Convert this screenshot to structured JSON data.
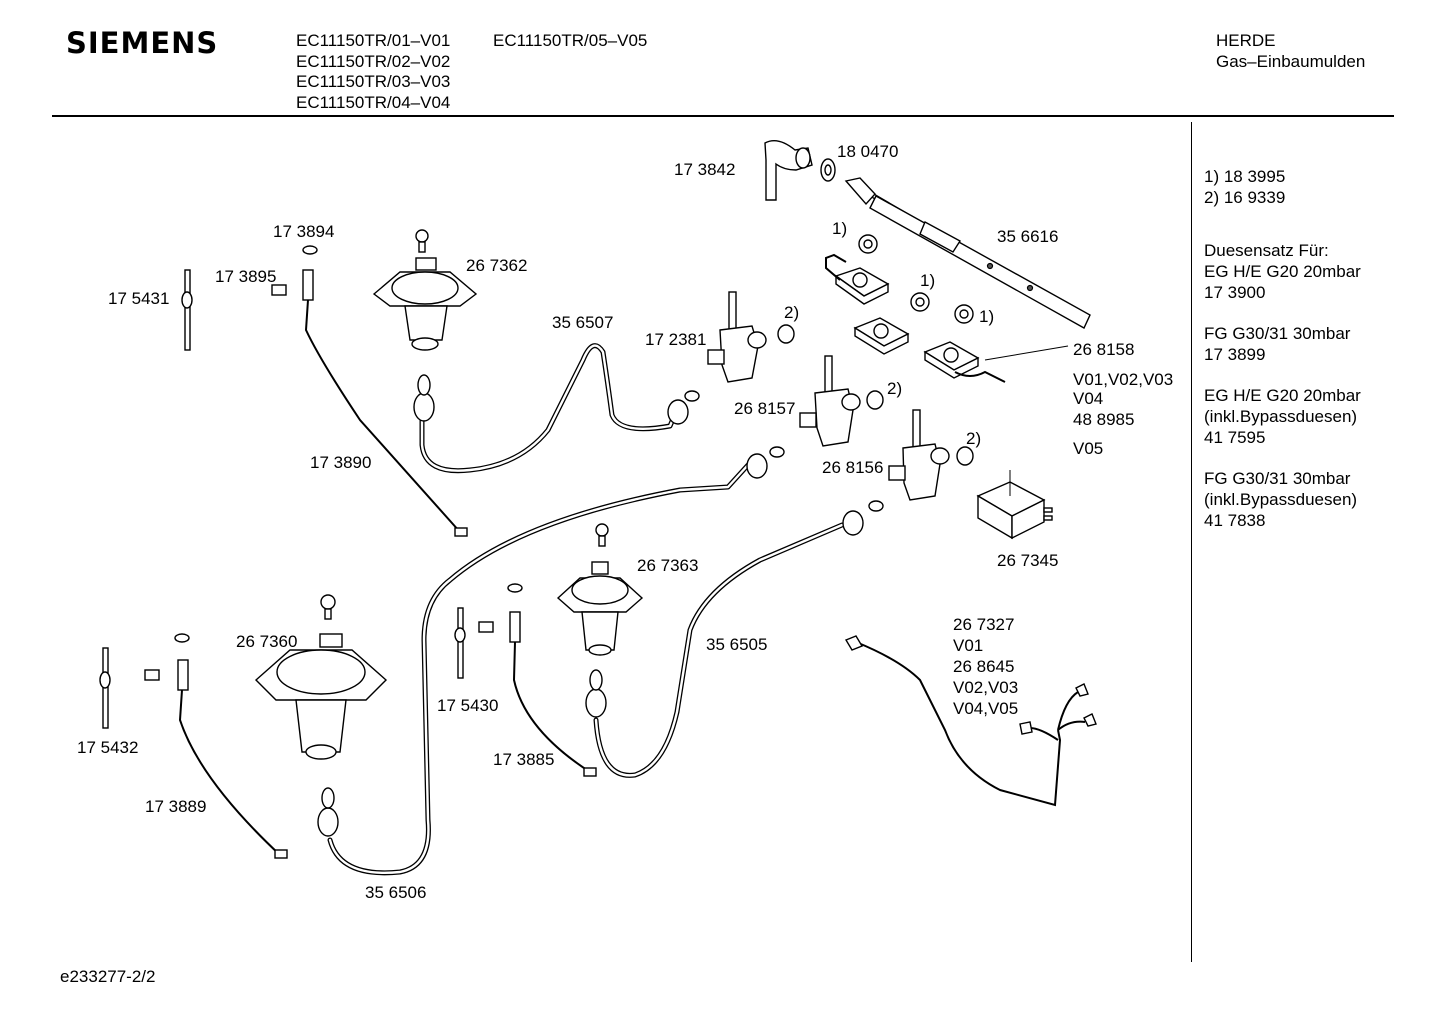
{
  "header": {
    "brand": "SIEMENS",
    "models_col1": [
      "EC11150TR/01–V01",
      "EC11150TR/02–V02",
      "EC11150TR/03–V03",
      "EC11150TR/04–V04"
    ],
    "models_col2": [
      "EC11150TR/05–V05"
    ],
    "category": "HERDE",
    "subcategory": "Gas–Einbaumulden"
  },
  "legend": {
    "notes": [
      "1)  18 3995",
      "2)  16 9339"
    ],
    "title": "Duesensatz Für:",
    "sets": [
      {
        "name": "EG H/E G20 20mbar",
        "extra": "",
        "part": "17 3900"
      },
      {
        "name": "FG G30/31 30mbar",
        "extra": "",
        "part": "17 3899"
      },
      {
        "name": "EG H/E G20 20mbar",
        "extra": "(inkl.Bypassduesen)",
        "part": "41 7595"
      },
      {
        "name": "FG G30/31 30mbar",
        "extra": "(inkl.Bypassduesen)",
        "part": "41 7838"
      }
    ]
  },
  "parts": {
    "p173842": "17 3842",
    "p180470": "18 0470",
    "p356616": "35 6616",
    "p173894": "17 3894",
    "p267362": "26 7362",
    "p173895": "17 3895",
    "p175431": "17 5431",
    "p356507": "35 6507",
    "p172381": "17 2381",
    "p268158": "26 8158",
    "p268157": "26 8157",
    "p268156": "26 8156",
    "p173890": "17 3890",
    "p267345": "26 7345",
    "p267363": "26 7363",
    "p267360": "26 7360",
    "p356505": "35 6505",
    "p175430": "17 5430",
    "p175432": "17 5432",
    "p173885": "17 3885",
    "p173889": "17 3889",
    "p356506": "35 6506",
    "p267327": "26 7327",
    "p268645": "26 8645",
    "p488985": "48 8985"
  },
  "variants": {
    "v01_03": "V01,V02,V03",
    "v04": "V04",
    "v05": "V05",
    "v01": "V01",
    "v02_03": "V02,V03",
    "v04_05": "V04,V05"
  },
  "refs": {
    "r1": "1)",
    "r2": "2)"
  },
  "footer": {
    "doc_id": "e233277-2/2"
  }
}
